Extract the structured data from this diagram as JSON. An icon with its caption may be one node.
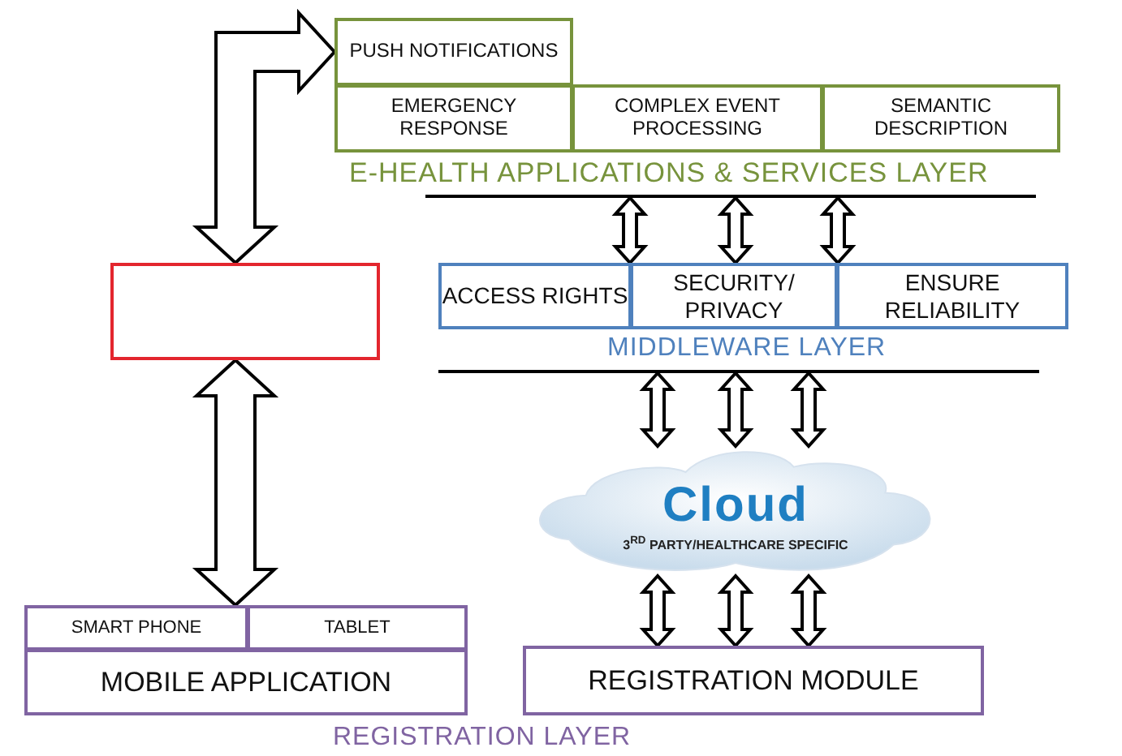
{
  "diagram": {
    "nodes": [
      {
        "text": [
          "PUSH NOTIFICATIONS"
        ]
      },
      {
        "text": [
          "EMERGENCY RESPONSE"
        ]
      },
      {
        "text": [
          "COMPLEX EVENT PROCESSING"
        ]
      },
      {
        "text": [
          "SEMANTIC DESCRIPTION"
        ]
      },
      {
        "text": [],
        "shape": "bar"
      },
      {
        "text": [],
        "shape": "box"
      },
      {
        "text": [
          "ACCESS RIGHTS"
        ]
      },
      {
        "text": [
          "SECURITY/ PRIVACY"
        ]
      },
      {
        "text": [
          "ENSURE RELIABILITY"
        ]
      },
      {
        "text": [],
        "shape": "bar"
      },
      {
        "text": [
          "Cloud",
          "3$^{RD}$ PARTY/HEALTHCARE SPECIFIC"
        ]
      },
      {
        "text": [
          "SMART PHONE"
        ]
      },
      {
        "text": [
          "TABLET"
        ]
      },
      {
        "text": [
          "MOBILE APPLICATION"
        ]
      },
      {
        "text": [
          "REGISTRATION MODULE"
        ]
      }
    ],
    "edges": [
      {
        "from": 5,
        "to": 0,
        "arrow": "both"
      },
      {
        "from": 5,
        "to": 11,
        "arrow": "both"
      },
      {
        "from": 4,
        "to": 6,
        "arrow": "both"
      },
      {
        "from": 4,
        "to": 7,
        "arrow": "both"
      },
      {
        "from": 4,
        "to": 8,
        "arrow": "both"
      },
      {
        "from": 9,
        "to": 10,
        "arrow": "both"
      },
      {
        "from": 9,
        "to": 10,
        "arrow": "both"
      },
      {
        "from": 9,
        "to": 10,
        "arrow": "both"
      },
      {
        "from": 10,
        "to": 14,
        "arrow": "both"
      },
      {
        "from": 10,
        "to": 14,
        "arrow": "both"
      },
      {
        "from": 10,
        "to": 14,
        "arrow": "both"
      }
    ],
    "labels": [
      "E-HEALTH APPLICATIONS & SERVICES LAYER",
      "MIDDLEWARE LAYER",
      "REGISTRATION LAYER"
    ]
  }
}
